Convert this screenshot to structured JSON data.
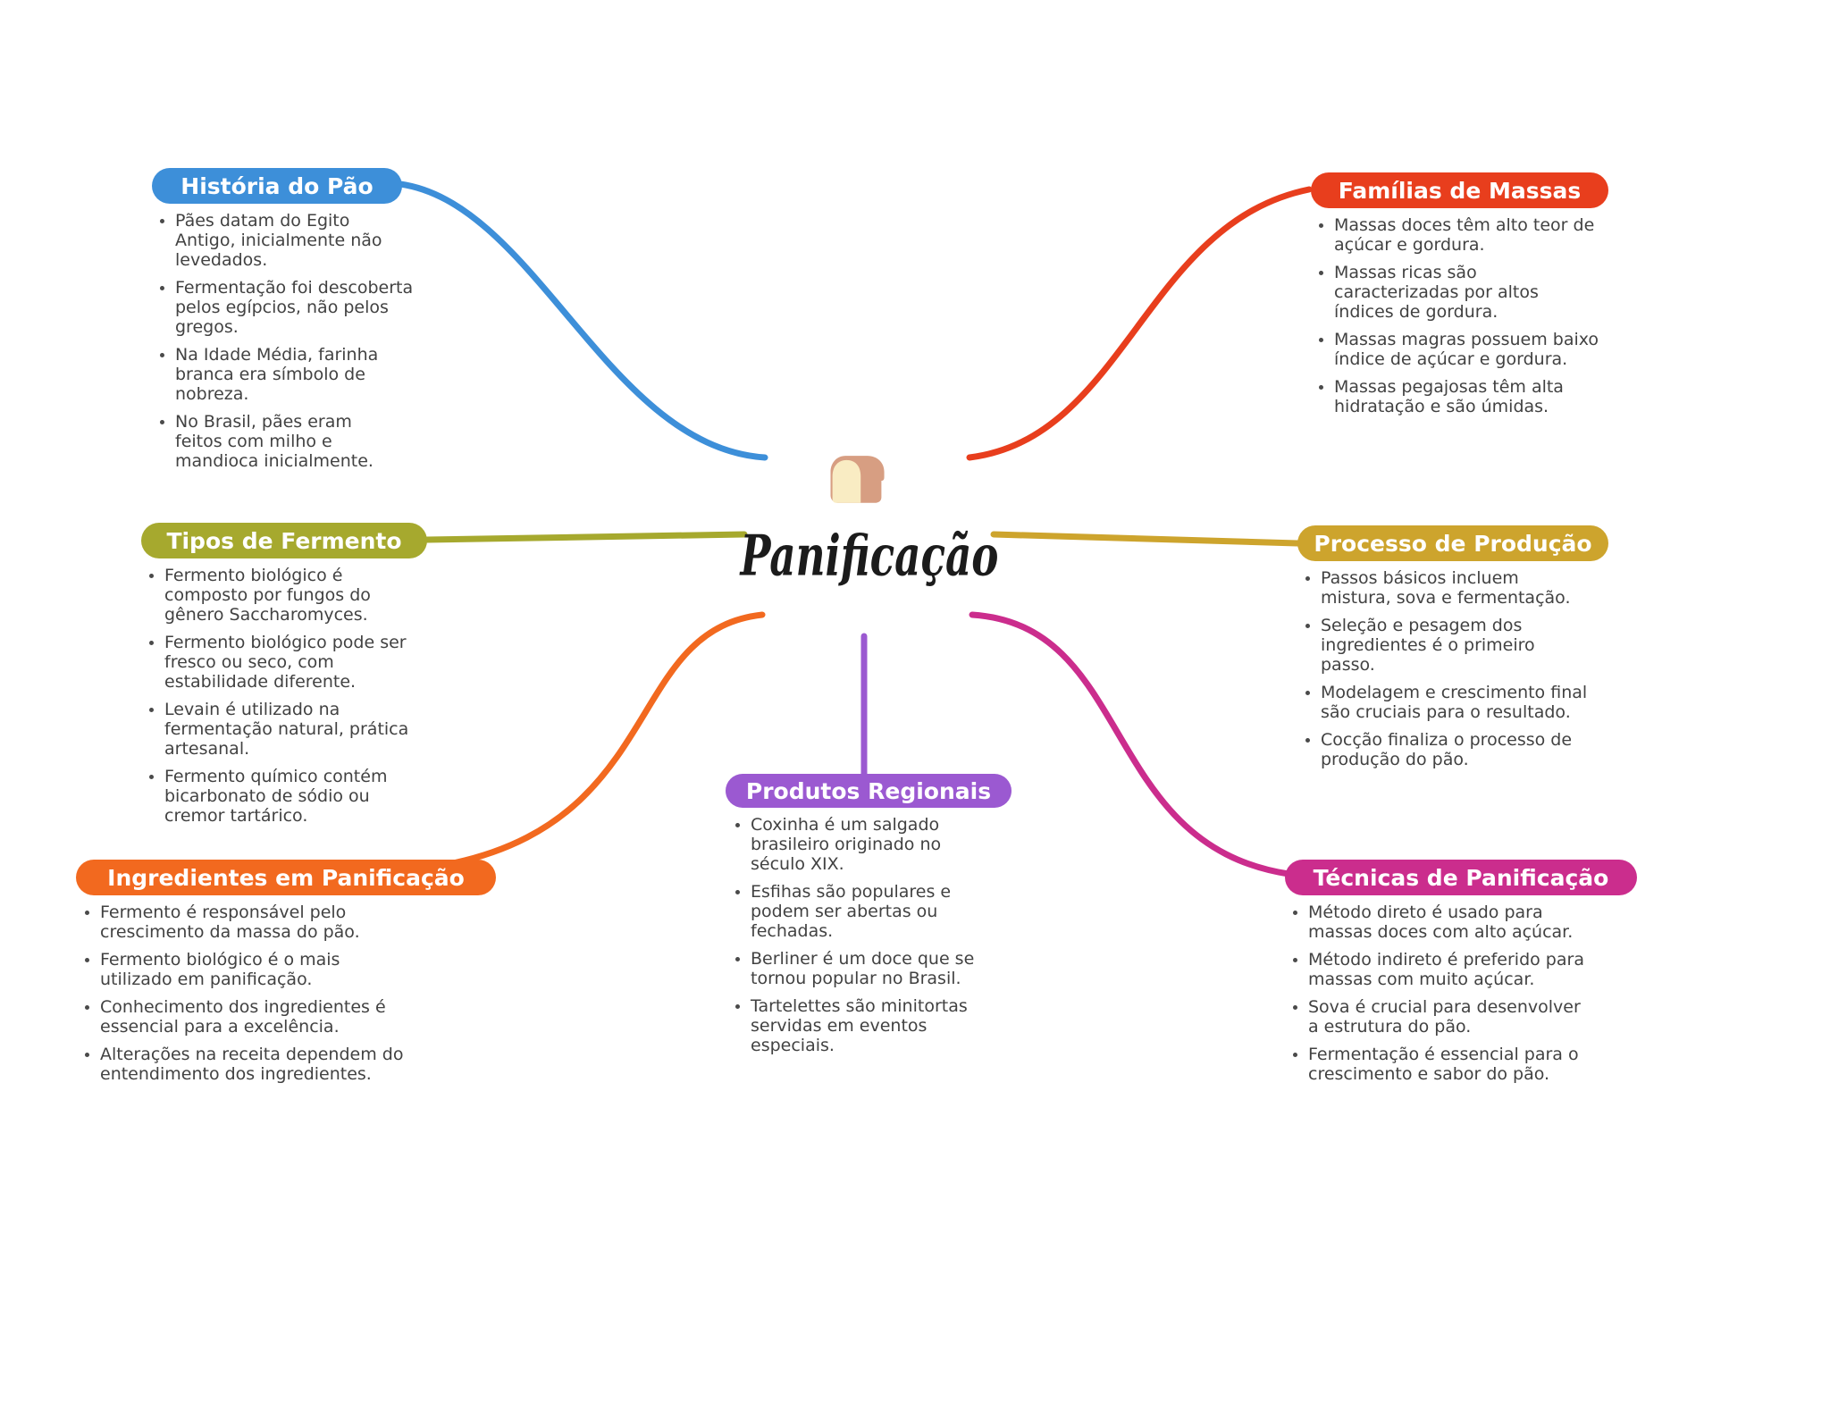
{
  "center": {
    "title": "Panificação",
    "icon": "bread-icon"
  },
  "branches": [
    {
      "id": "historia",
      "title": "História do Pão",
      "color": "#3d8fd9",
      "bullets": [
        "Pães datam do Egito\nAntigo, inicialmente não\nlevedados.",
        "Fermentação foi descoberta\npelos egípcios, não pelos\ngregos.",
        "Na Idade Média, farinha\nbranca era símbolo de\nnobreza.",
        "No Brasil, pães eram\nfeitos com milho e\nmandioca inicialmente."
      ]
    },
    {
      "id": "tipos-fermento",
      "title": "Tipos de Fermento",
      "color": "#a6a92e",
      "bullets": [
        "Fermento biológico é\ncomposto por fungos do\ngênero Saccharomyces.",
        "Fermento biológico pode ser\nfresco ou seco, com\nestabilidade diferente.",
        "Levain é utilizado na\nfermentação natural, prática\nartesanal.",
        "Fermento químico contém\nbicarbonato de sódio ou\ncremor tartárico."
      ]
    },
    {
      "id": "ingredientes",
      "title": "Ingredientes em Panificação",
      "color": "#f2691f",
      "bullets": [
        "Fermento é responsável pelo\ncrescimento da massa do pão.",
        "Fermento biológico é o mais\nutilizado em panificação.",
        "Conhecimento dos ingredientes é\nessencial para a excelência.",
        "Alterações na receita dependem do\nentendimento dos ingredientes."
      ]
    },
    {
      "id": "familias",
      "title": "Famílias de Massas",
      "color": "#e83e1d",
      "bullets": [
        "Massas doces têm alto teor de\naçúcar e gordura.",
        "Massas ricas são\ncaracterizadas por altos\níndices de gordura.",
        "Massas magras possuem baixo\níndice de açúcar e gordura.",
        "Massas pegajosas têm alta\nhidratação e são úmidas."
      ]
    },
    {
      "id": "processo",
      "title": "Processo de Produção",
      "color": "#cda42d",
      "bullets": [
        "Passos básicos incluem\nmistura, sova e fermentação.",
        "Seleção e pesagem dos\ningredientes é o primeiro\npasso.",
        "Modelagem e crescimento final\nsão cruciais para o resultado.",
        "Cocção finaliza o processo de\nprodução do pão."
      ]
    },
    {
      "id": "tecnicas",
      "title": "Técnicas de Panificação",
      "color": "#cb2d8d",
      "bullets": [
        "Método direto é usado para\nmassas doces com alto açúcar.",
        "Método indireto é preferido para\nmassas com muito açúcar.",
        "Sova é crucial para desenvolver\na estrutura do pão.",
        "Fermentação é essencial para o\ncrescimento e sabor do pão."
      ]
    },
    {
      "id": "produtos",
      "title": "Produtos Regionais",
      "color": "#9b59d1",
      "bullets": [
        "Coxinha é um salgado\nbrasileiro originado no\nséculo XIX.",
        "Esfihas são populares e\npodem ser abertas ou\nfechadas.",
        "Berliner é um doce que se\ntornou popular no Brasil.",
        "Tartelettes são minitortas\nservidas em eventos\nespeciais."
      ]
    }
  ]
}
